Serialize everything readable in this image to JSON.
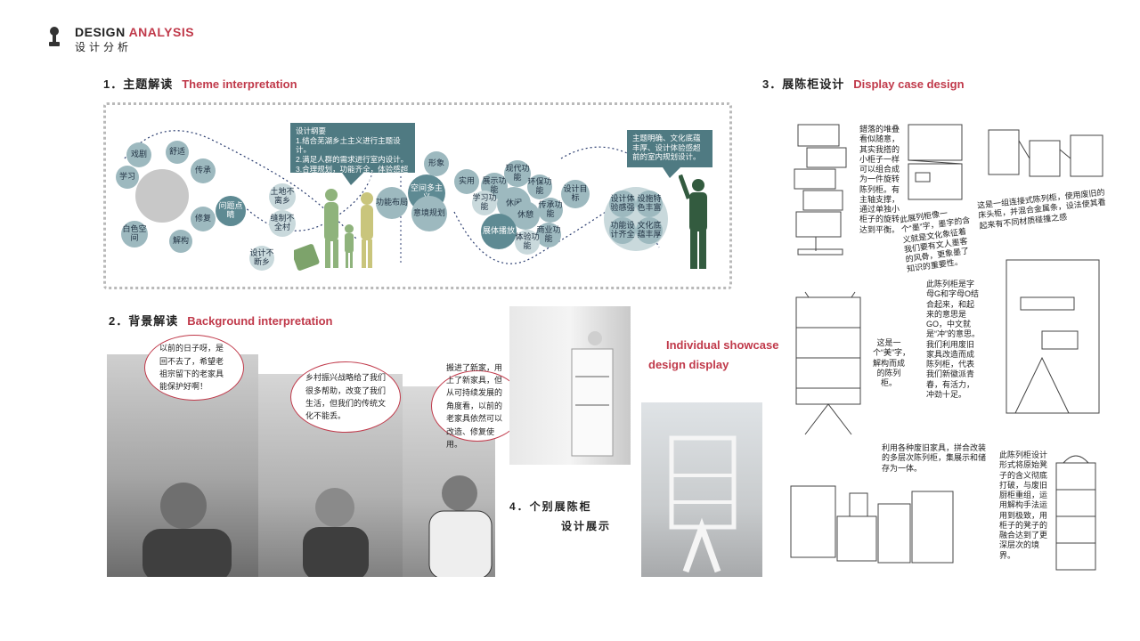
{
  "header": {
    "title_main": "DESIGN",
    "title_accent": "ANALYSIS",
    "subtitle": "设计分析"
  },
  "section1": {
    "num": "1．主题解读",
    "en": "Theme interpretation",
    "bubbles_left": [
      "戏剧",
      "舒适",
      "学习",
      "传承",
      "白色空间",
      "修复",
      "解构",
      "问题点睛",
      "土地不离乡",
      "缝制不全村",
      "设计不断乡"
    ],
    "callout1": "设计纲要\n1.结合芜湖乡土主义进行主题设计。\n2.满足人群的需求进行室内设计。\n3.合理规划，功能齐全，体验感超前的生态艺术的一种尝试。",
    "bubbles_mid": [
      "功能布局",
      "空间多主义",
      "意境规划",
      "形象",
      "实用",
      "展示功能",
      "现代功能",
      "学习功能",
      "休闲",
      "休憩",
      "环保功能",
      "展体播放",
      "传承功能",
      "商业功能",
      "体验功能"
    ],
    "callout2": "主题明确、文化底蕴丰厚、设计体验感超前的室内规划设计。",
    "bubbles_right": [
      "设计目标",
      "设计体验感强",
      "功能设计齐全",
      "设施特色丰富",
      "文化底蕴丰厚"
    ]
  },
  "section2": {
    "num": "2．背景解读",
    "en": "Background interpretation",
    "speech1": "以前的日子呀，是回不去了，希望老祖宗留下的老家具能保护好啊！",
    "speech2": "乡村振兴战略给了我们很多帮助，改变了我们生活，但我们的传统文化不能丢。",
    "speech3": "搬进了新家，用上了新家具，但从可持续发展的角度看，以前的老家具依然可以改造、修复使用。"
  },
  "section3": {
    "num": "3．展陈柜设计",
    "en": "Display case design",
    "notes": [
      "錯落的堆叠看似随意，其实我搭的小柜子一样可以组合成为一件旋转陈列柜。有主轴支撑，通过单独小柜子的旋转达到平衡。",
      "此展列柜像一个“墨”字，墨字的含义就是文化象征着我们要有文人墨客的风骨，更象墨了知识的重要性。",
      "这是一组连接式陈列柜，使用废旧的床头柜，并混合金属条，设法使其看起来有不同材质碰撞之感",
      "这是一个“美”字，解构而成的陈列柜。",
      "此陈列柜是字母G和字母O结合起来，和起来的意思是GO，中文就是“冲”的意思。我们利用废旧家具改造而成陈列柜，代表我们新徽派青春，有活力，冲劲十足。",
      "利用各种废旧家具，拼合改装的多层次陈列柜，集展示和储存为一体。",
      "此陈列柜设计形式将原始凳子的含义彻底打破，与废旧厨柜重组，运用解构手法运用到极致，用柜子的凳子的融合达到了更深层次的境界。"
    ]
  },
  "section4": {
    "title_line1": "4．个别展陈柜",
    "title_line2": "设计展示",
    "en_line1": "Individual showcase",
    "en_line2": "design display"
  }
}
